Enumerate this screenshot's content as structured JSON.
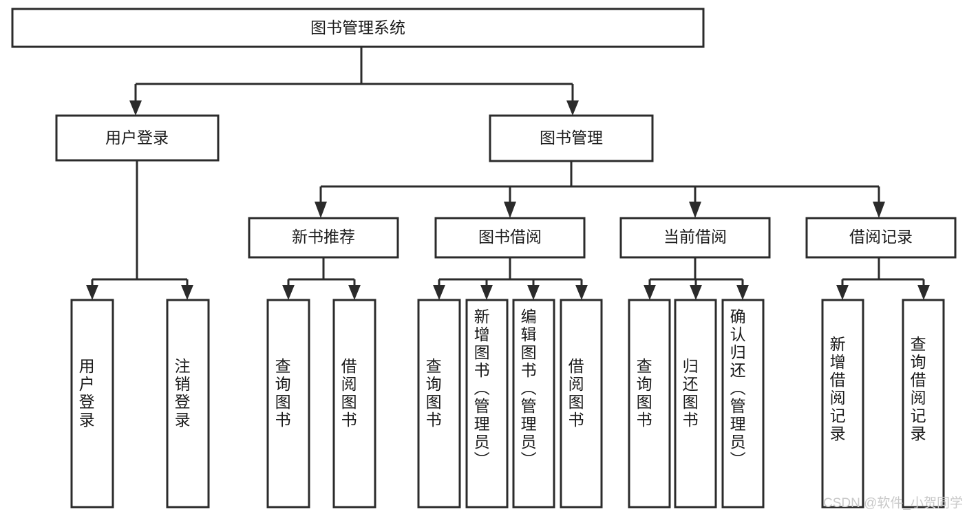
{
  "diagram": {
    "title": "图书管理系统",
    "type": "tree-hierarchy-diagram",
    "watermark": "CSDN @软件_小贺同学",
    "colors": {
      "stroke": "#2b2b2b",
      "box_fill": "#ffffff",
      "text": "#1a1a1a",
      "background": "#ffffff",
      "watermark": "#c9c9c9"
    },
    "levels": {
      "root": {
        "label": "图书管理系统"
      },
      "level2": [
        {
          "label": "用户登录"
        },
        {
          "label": "图书管理"
        }
      ],
      "level3": [
        {
          "label": "新书推荐"
        },
        {
          "label": "图书借阅"
        },
        {
          "label": "当前借阅"
        },
        {
          "label": "借阅记录"
        }
      ],
      "leaves": [
        {
          "label": "用户登录",
          "parent": "用户登录"
        },
        {
          "label": "注销登录",
          "parent": "用户登录"
        },
        {
          "label": "查询图书",
          "parent": "新书推荐"
        },
        {
          "label": "借阅图书",
          "parent": "新书推荐"
        },
        {
          "label": "查询图书",
          "parent": "图书借阅"
        },
        {
          "label": "新增图书（管理员）",
          "parent": "图书借阅"
        },
        {
          "label": "编辑图书（管理员）",
          "parent": "图书借阅"
        },
        {
          "label": "借阅图书",
          "parent": "图书借阅"
        },
        {
          "label": "查询图书",
          "parent": "当前借阅"
        },
        {
          "label": "归还图书",
          "parent": "当前借阅"
        },
        {
          "label": "确认归还（管理员）",
          "parent": "当前借阅"
        },
        {
          "label": "新增借阅记录",
          "parent": "借阅记录"
        },
        {
          "label": "查询借阅记录",
          "parent": "借阅记录"
        }
      ]
    }
  }
}
